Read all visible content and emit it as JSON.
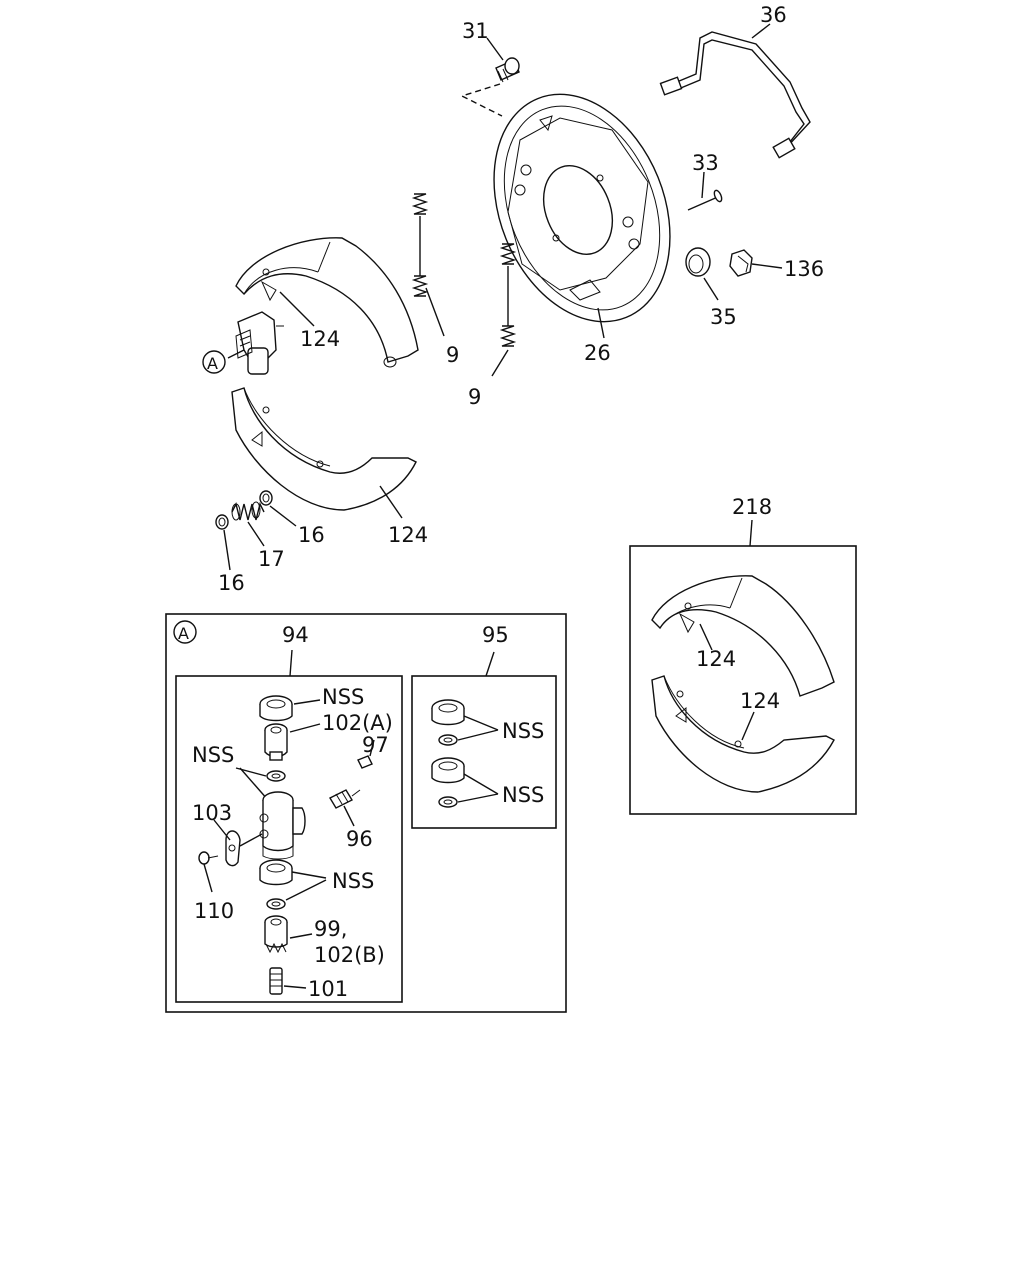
{
  "callouts": {
    "p31": "31",
    "p36": "36",
    "p33": "33",
    "p136": "136",
    "p35": "35",
    "p26": "26",
    "p9_upper": "9",
    "p9_lower": "9",
    "p124_upper_shoe": "124",
    "p124_lower_shoe": "124",
    "p16_right": "16",
    "p16_left": "16",
    "p17": "17",
    "detail_marker": "A"
  },
  "detail_a": {
    "marker": "A",
    "kit_94": "94",
    "kit_95": "95",
    "nss_94_top": "NSS",
    "p102a": "102(A)",
    "nss_94_left": "NSS",
    "p97": "97",
    "p103": "103",
    "p96": "96",
    "p110": "110",
    "nss_94_mid": "NSS",
    "p99": "99,",
    "p102b": "102(B)",
    "p101": "101",
    "nss_95_a": "NSS",
    "nss_95_b": "NSS"
  },
  "kit_218": {
    "label": "218",
    "p124_a": "124",
    "p124_b": "124"
  }
}
